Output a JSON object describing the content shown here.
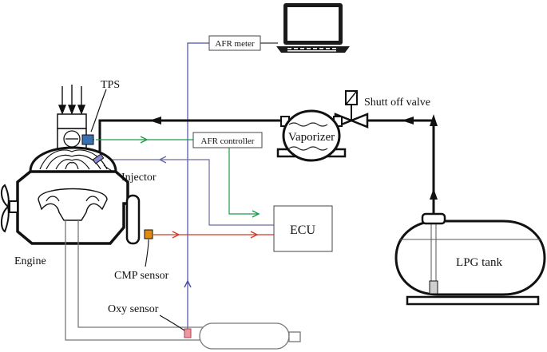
{
  "labels": {
    "afr_meter": "AFR meter",
    "afr_controller": "AFR controller",
    "tps": "TPS",
    "shut_off_valve": "Shutt off valve",
    "vaporizer": "Vaporizer",
    "injector": "Injector",
    "ecu": "ECU",
    "engine": "Engine",
    "cmp_sensor": "CMP sensor",
    "lpg_tank": "LPG tank",
    "oxy_sensor": "Oxy sensor"
  },
  "line_colors": {
    "fuel_line": "#111111",
    "afr_meter_signal": "#4a4fa8",
    "afr_controller_signal": "#1f9a4a",
    "cmp_signal": "#d23a2a",
    "injector_signal": "#6a6aa0",
    "tps_signal": "#333333"
  },
  "component_colors": {
    "tps_sensor": "#3a6fb0",
    "injector": "#8a8ad0",
    "cmp_sensor": "#e08a10",
    "oxy_sensor": "#e89aa0",
    "lpg_level": "#cfcfcf"
  }
}
